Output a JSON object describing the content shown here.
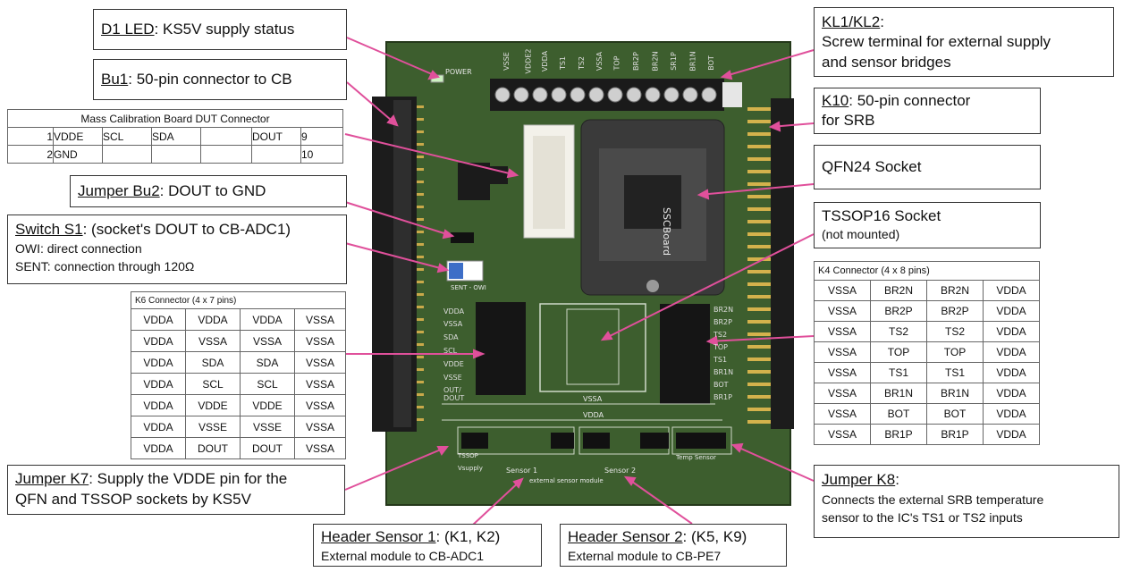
{
  "callouts": {
    "d1": {
      "title": "D1 LED",
      "text": ": KS5V supply status"
    },
    "bu1": {
      "title": "Bu1",
      "text": ": 50-pin connector to CB"
    },
    "bu2": {
      "title": "Jumper Bu2",
      "text": ": DOUT to GND"
    },
    "s1": {
      "title": "Switch S1",
      "text": ": (socket's DOUT to CB-ADC1)",
      "line2": "OWI: direct connection",
      "line3": "SENT: connection through 120Ω"
    },
    "k7": {
      "title": "Jumper K7",
      "text": ": Supply the VDDE pin for the",
      "line2": "QFN and TSSOP sockets by KS5V"
    },
    "hs1": {
      "title": "Header Sensor 1",
      "text": ": (K1, K2)",
      "line2": "External module to CB-ADC1"
    },
    "hs2": {
      "title": "Header Sensor 2",
      "text": ": (K5, K9)",
      "line2": "External module to CB-PE7"
    },
    "k8": {
      "title": "Jumper K8",
      "text": ":",
      "line2": "Connects the external SRB temperature",
      "line3": "sensor to the IC's TS1 or TS2 inputs"
    },
    "kl": {
      "title": "KL1/KL2",
      "text": ":",
      "line2": "Screw terminal for external supply",
      "line3": "and sensor bridges"
    },
    "k10": {
      "title": "K10",
      "text": ": 50-pin connector",
      "line2": "for SRB"
    },
    "qfn": {
      "text": "QFN24 Socket"
    },
    "tssop": {
      "text": "TSSOP16 Socket",
      "line2": "(not mounted)"
    }
  },
  "mass_table": {
    "title": "Mass Calibration Board DUT Connector",
    "rows": [
      [
        "1",
        "VDDE",
        "SCL",
        "SDA",
        "",
        "DOUT",
        "9"
      ],
      [
        "2",
        "GND",
        "",
        "",
        "",
        "",
        "10"
      ]
    ]
  },
  "k6": {
    "title": "K6 Connector (4 x 7 pins)",
    "rows": [
      [
        "VDDA",
        "VDDA",
        "VDDA",
        "VSSA"
      ],
      [
        "VDDA",
        "VSSA",
        "VSSA",
        "VSSA"
      ],
      [
        "VDDA",
        "SDA",
        "SDA",
        "VSSA"
      ],
      [
        "VDDA",
        "SCL",
        "SCL",
        "VSSA"
      ],
      [
        "VDDA",
        "VDDE",
        "VDDE",
        "VSSA"
      ],
      [
        "VDDA",
        "VSSE",
        "VSSE",
        "VSSA"
      ],
      [
        "VDDA",
        "DOUT",
        "DOUT",
        "VSSA"
      ]
    ]
  },
  "k4": {
    "title": "K4 Connector (4 x 8 pins)",
    "rows": [
      [
        "VSSA",
        "BR2N",
        "BR2N",
        "VDDA"
      ],
      [
        "VSSA",
        "BR2P",
        "BR2P",
        "VDDA"
      ],
      [
        "VSSA",
        "TS2",
        "TS2",
        "VDDA"
      ],
      [
        "VSSA",
        "TOP",
        "TOP",
        "VDDA"
      ],
      [
        "VSSA",
        "TS1",
        "TS1",
        "VDDA"
      ],
      [
        "VSSA",
        "BR1N",
        "BR1N",
        "VDDA"
      ],
      [
        "VSSA",
        "BOT",
        "BOT",
        "VDDA"
      ],
      [
        "VSSA",
        "BR1P",
        "BR1P",
        "VDDA"
      ]
    ]
  },
  "board": {
    "power": "POWER",
    "terminals": [
      "VSSE",
      "VDDE2",
      "VDDA",
      "TS1",
      "TS2",
      "VSSA",
      "TOP",
      "BR2P",
      "BR2N",
      "SR1P",
      "BR1N",
      "BOT"
    ],
    "left_pins": [
      "VDDA",
      "VSSA",
      "SDA",
      "SCL",
      "VDDE",
      "VSSE",
      "OUT/ DOUT"
    ],
    "right_pins": [
      "BR2N",
      "BR2P",
      "TS2",
      "TOP",
      "TS1",
      "BR1N",
      "BOT",
      "BR1P"
    ],
    "ssc": "SSCBoard",
    "sent": "SENT - OWI",
    "vssa": "VSSA",
    "vdda": "VDDA",
    "sensor1": "Sensor 1",
    "sensor2": "Sensor 2",
    "temp": "Temp Sensor",
    "ext": "external sensor module",
    "tssop_lbl": "TSSOP",
    "vsupply": "Vsupply"
  },
  "colors": {
    "pcb": "#3d5e2e",
    "pcb_dark": "#2a4520",
    "pink": "#e0509b",
    "socket": "#3a3a3a",
    "header": "#1a1a1a"
  }
}
